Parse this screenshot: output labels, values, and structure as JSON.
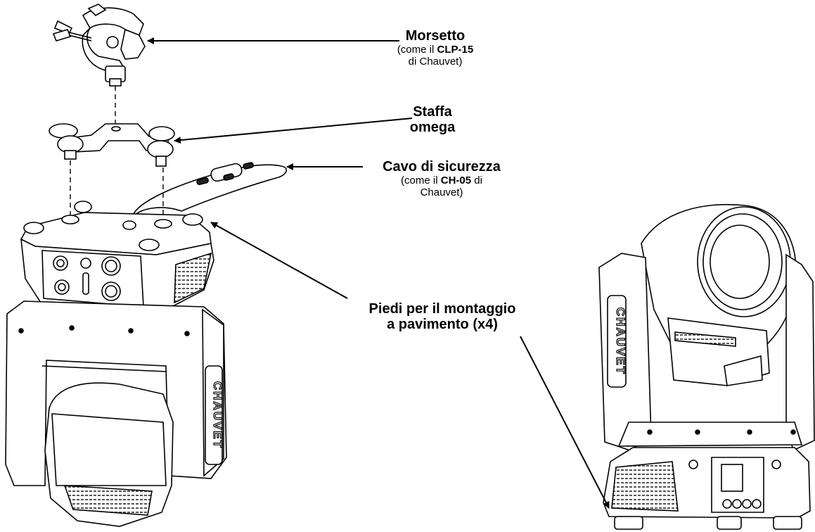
{
  "labels": {
    "clamp": {
      "title": "Morsetto",
      "sub_pre": "(come il ",
      "sub_bold": "CLP-15",
      "sub_line2": "di Chauvet)"
    },
    "bracket": {
      "line1": "Staffa",
      "line2": "omega"
    },
    "safety": {
      "title": "Cavo di sicurezza",
      "sub_pre": "(come il ",
      "sub_bold": "CH-05",
      "sub_post": " di",
      "sub_line2": "Chauvet)"
    },
    "feet": {
      "line1": "Piedi per il montaggio",
      "line2": "a pavimento (x4)"
    }
  },
  "brand_text": "CHAUVET",
  "colors": {
    "ink": "#000000",
    "paper": "#ffffff",
    "shade": "#e8e8e8"
  }
}
